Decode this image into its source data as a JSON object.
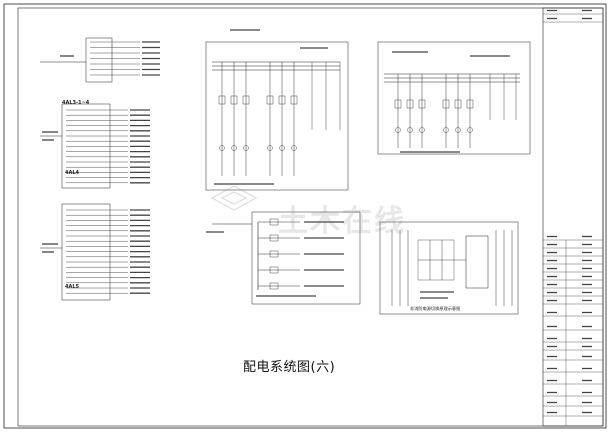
{
  "drawing": {
    "title": "配电系统图(六)",
    "watermark": "土木在线",
    "panels": {
      "p1": "4AL3-1~4",
      "p2": "4AL4",
      "p3": "4AL5"
    },
    "caption_right": "非消防电源切换原理示意图"
  },
  "title_block": {
    "rows": [
      "",
      "",
      "",
      "",
      "",
      "",
      "",
      "",
      "",
      "",
      "",
      "",
      "",
      "",
      "",
      "",
      "",
      "",
      ""
    ]
  },
  "colors": {
    "line": "#1a1a1a",
    "wire": "#333333",
    "bg": "#ffffff"
  }
}
